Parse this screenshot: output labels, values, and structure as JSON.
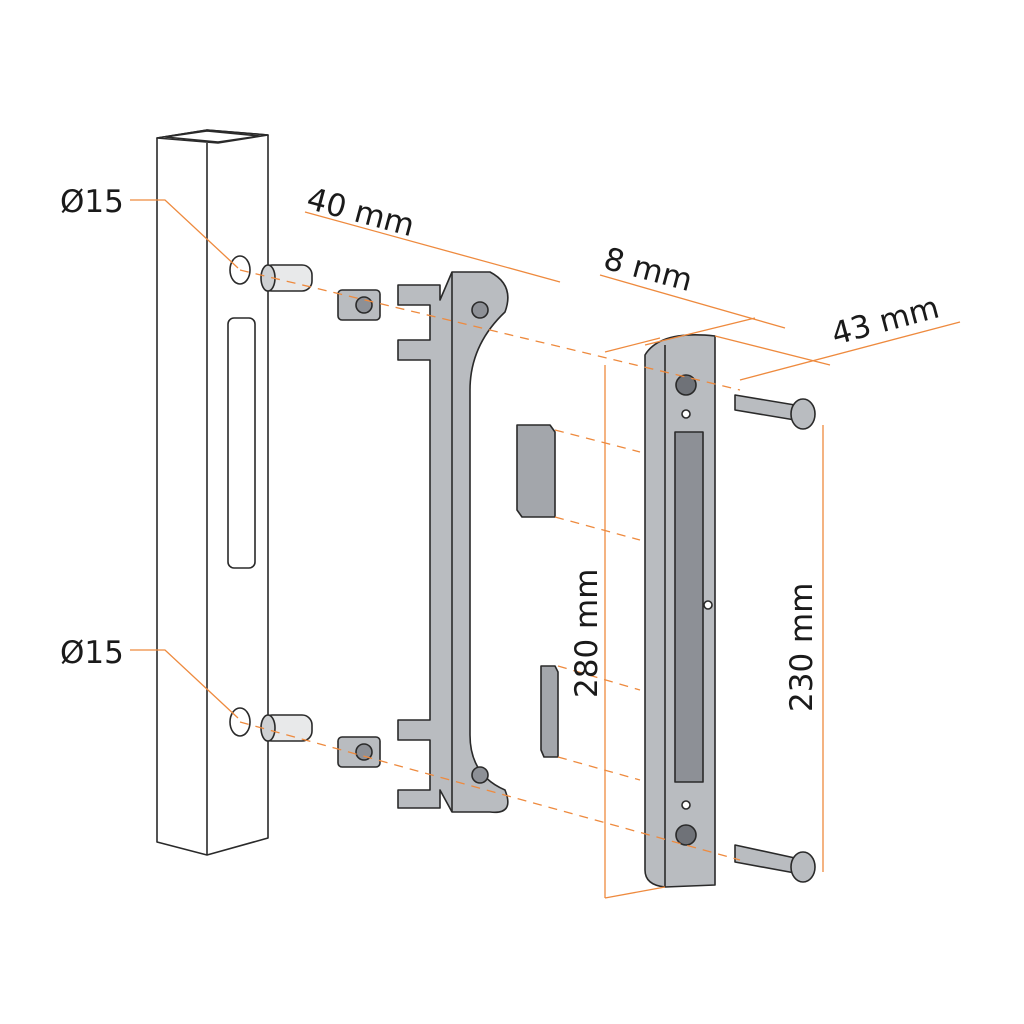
{
  "labels": {
    "hole_top": "Ø15",
    "hole_bottom": "Ø15",
    "depth": "40 mm",
    "thickness": "8 mm",
    "width": "43 mm",
    "total_height": "280 mm",
    "screw_spacing": "230 mm"
  },
  "colors": {
    "dimension": "#ee8a3e",
    "outline": "#2a2a2a",
    "part_fill": "#b9bcc0",
    "part_dark": "#8d9096"
  }
}
